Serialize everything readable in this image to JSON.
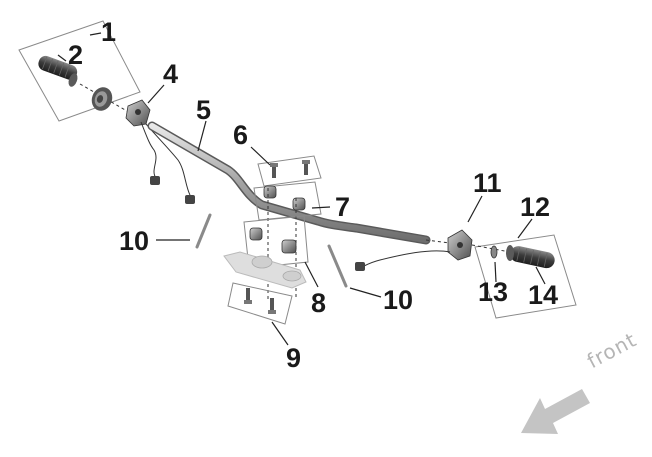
{
  "callouts": {
    "c1": "1",
    "c2": "2",
    "c4": "4",
    "c5": "5",
    "c6": "6",
    "c7": "7",
    "c8": "8",
    "c9": "9",
    "c10a": "10",
    "c10b": "10",
    "c11": "11",
    "c12": "12",
    "c13": "13",
    "c14": "14"
  },
  "direction_label": "front",
  "colors": {
    "line": "#222222",
    "part_gray": "#9a9a9a",
    "part_dark": "#4a4a4a",
    "box_border": "#8a8a8a",
    "arrow_gray": "#c4c4c4",
    "clamp_light": "#dcdcdc"
  }
}
